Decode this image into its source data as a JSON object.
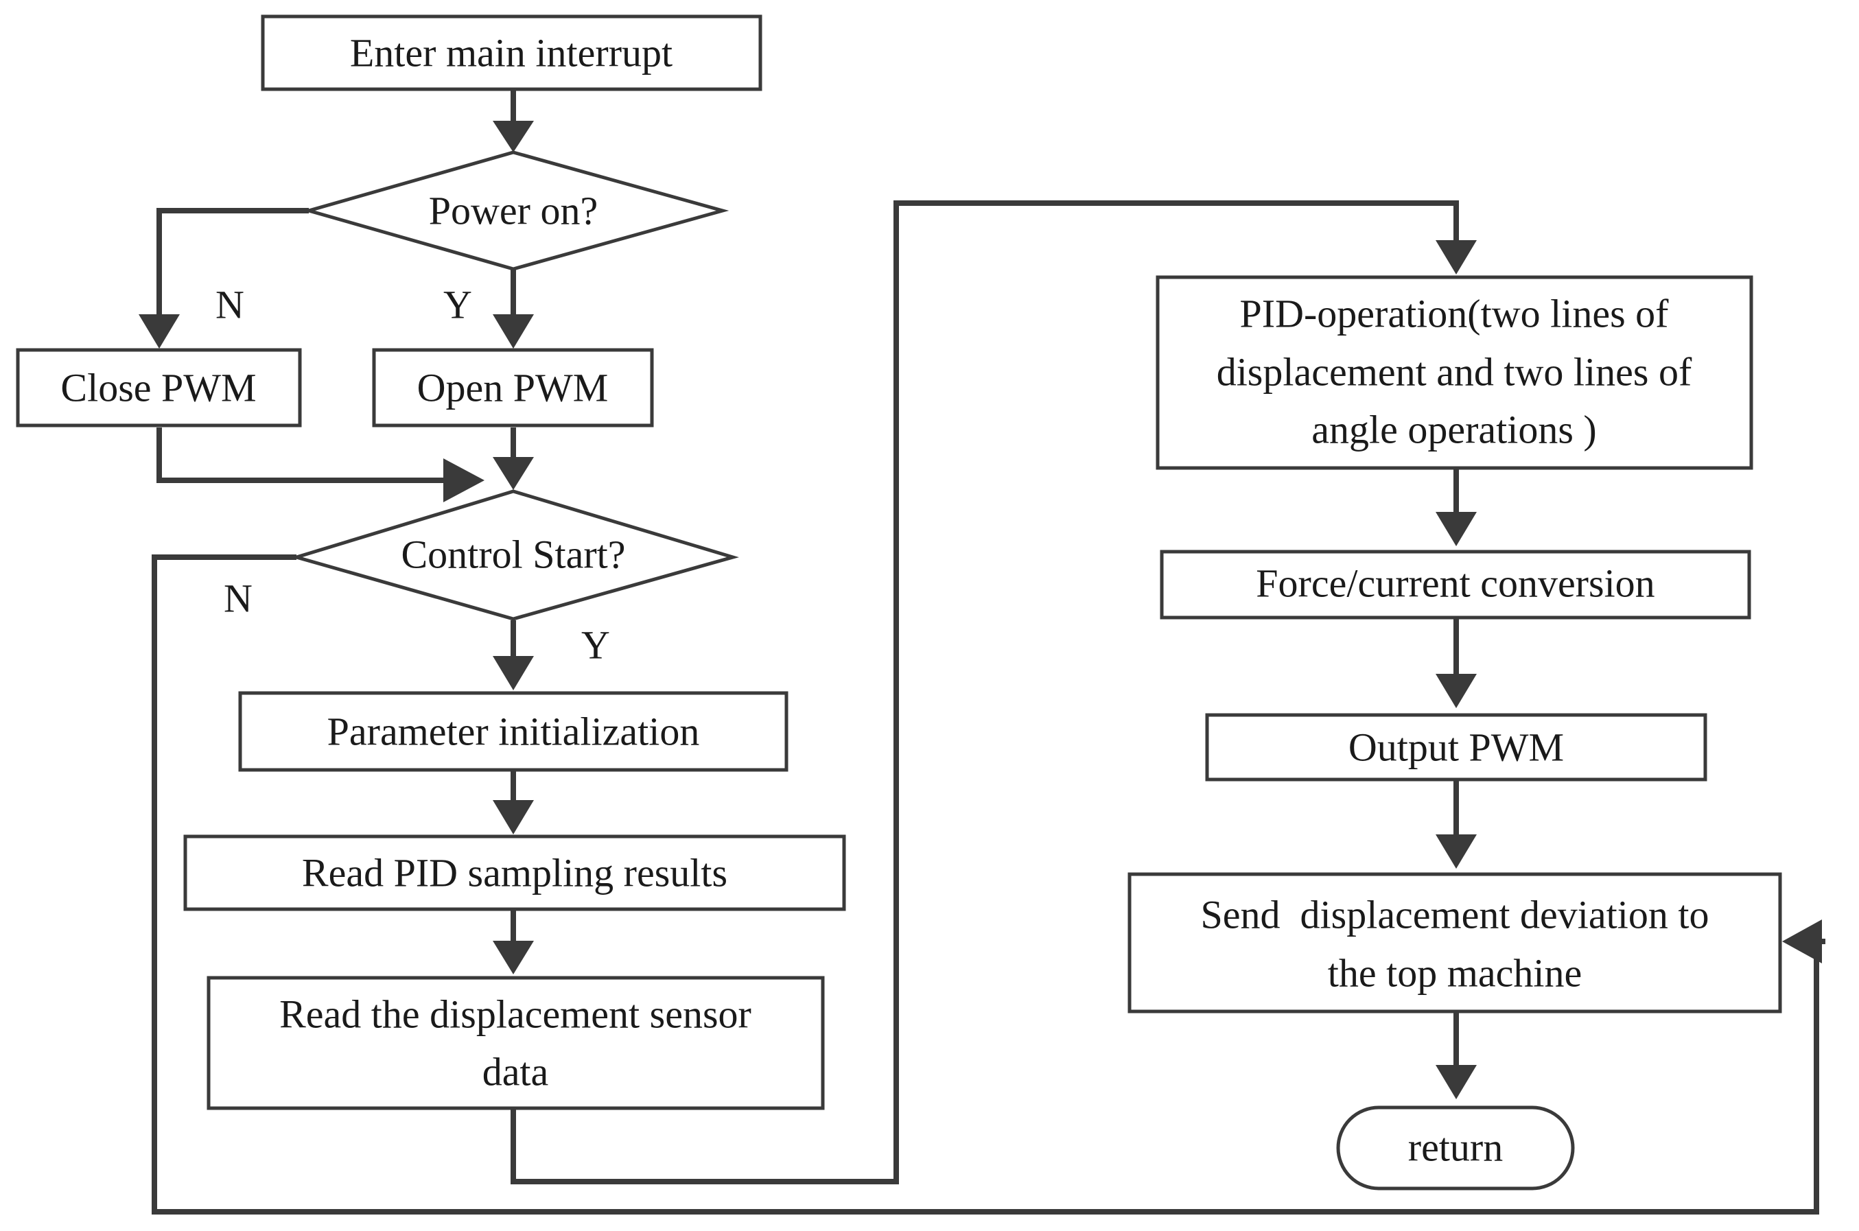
{
  "nodes": {
    "enter": "Enter main interrupt",
    "power_on": "Power on?",
    "close_pwm": "Close PWM",
    "open_pwm": "Open PWM",
    "control_start": "Control Start?",
    "param_init": "Parameter initialization",
    "read_pid": "Read PID sampling results",
    "read_disp_line1": "Read the displacement sensor",
    "read_disp_line2": "data",
    "pid_op_line1": "PID-operation(two lines of",
    "pid_op_line2": "displacement and two lines of",
    "pid_op_line3": "angle operations )",
    "force_current": "Force/current conversion",
    "output_pwm": "Output PWM",
    "send_line1": "Send  displacement deviation to",
    "send_line2": "the top machine",
    "return": "return"
  },
  "branch_labels": {
    "power_no": "N",
    "power_yes": "Y",
    "control_no": "N",
    "control_yes": "Y"
  },
  "colors": {
    "line": "#3a3a3a",
    "text": "#1a1a1a",
    "background": "#ffffff"
  }
}
